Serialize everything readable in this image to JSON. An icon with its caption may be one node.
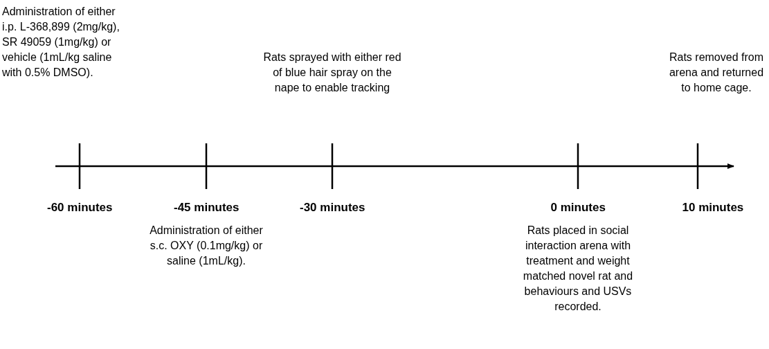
{
  "diagram": {
    "labels": [
      "Administration of either i.p. L-368,899 (2mg/kg), SR 49059 (1mg/kg) or vehicle (1mL/kg saline with 0.5% DMSO).",
      "Rats sprayed with either red of blue hair spray on the nape to enable tracking",
      "Rats removed from arena and returned to home cage.",
      "-60 minutes",
      "-45 minutes",
      "-30 minutes",
      "0 minutes",
      "10 minutes",
      "Administration of either s.c. OXY (0.1mg/kg) or saline (1mL/kg).",
      "Rats placed in social interaction arena with treatment and weight matched novel rat and behaviours and USVs recorded."
    ]
  }
}
